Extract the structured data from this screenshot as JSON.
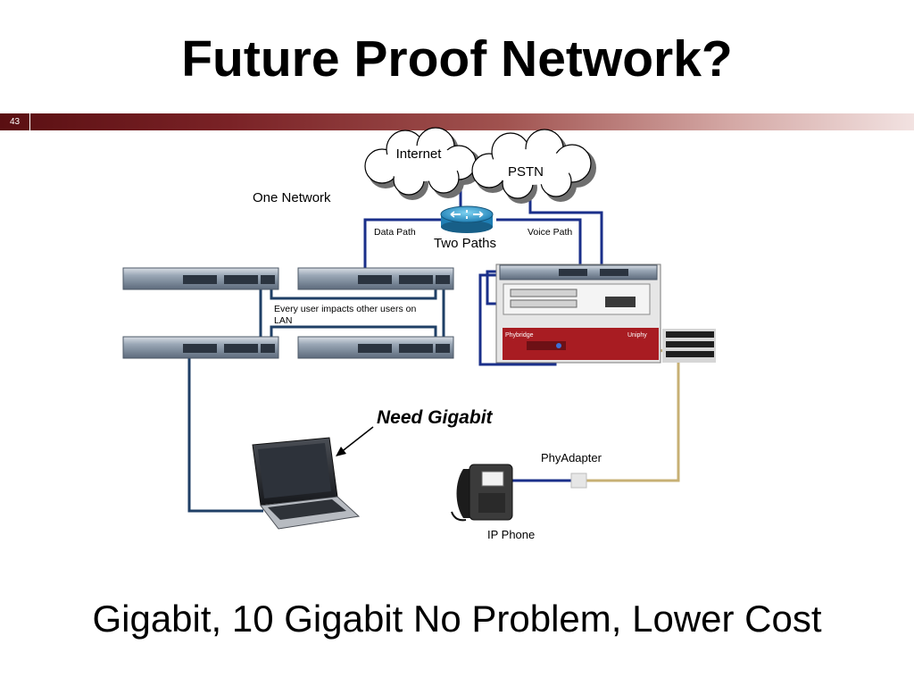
{
  "slide": {
    "title": "Future Proof Network?",
    "number": "43",
    "footer": "Gigabit, 10 Gigabit No Problem, Lower Cost"
  },
  "diagram": {
    "internet": "Internet",
    "pstn": "PSTN",
    "one_network": "One Network",
    "data_path": "Data Path",
    "voice_path": "Voice Path",
    "two_paths": "Two Paths",
    "lan_note_line1": "Every user impacts other users on",
    "lan_note_line2": "LAN",
    "need_gigabit": "Need Gigabit",
    "phy_adapter": "PhyAdapter",
    "ip_phone": "IP Phone",
    "chassis_left": "Phybridge",
    "chassis_right": "Uniphy"
  },
  "colors": {
    "band_dark": "#5a0f12",
    "band_light": "#f2e2e1",
    "data_cable": "#1a2f8a",
    "lan_cable": "#1f3f66",
    "phone_cable": "#c7b074",
    "chassis_red": "#a81c22"
  }
}
